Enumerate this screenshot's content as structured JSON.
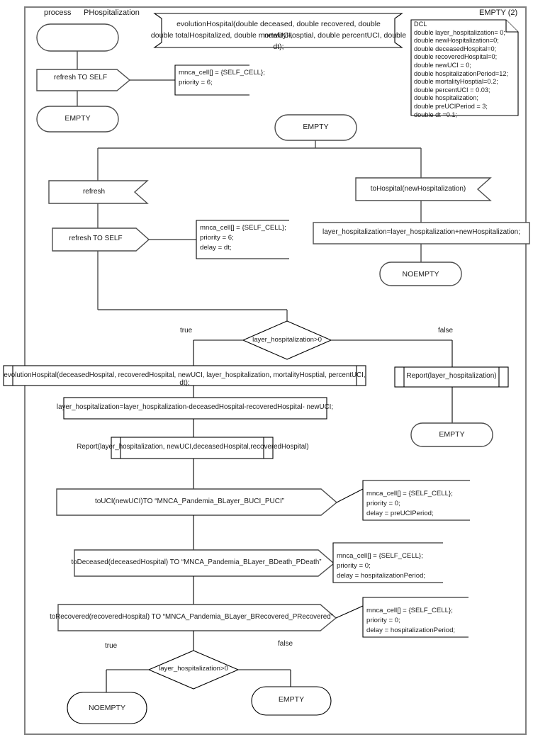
{
  "diagram": {
    "type": "SDL process flow diagram",
    "frame_label_left": "process",
    "frame_label_right": "PHospitalization",
    "top_right_state": "EMPTY (2)"
  },
  "procedure_decl": {
    "line1": "evolutionHospital(double deceased, double recovered, double newUCI,",
    "line2": "double totalHospitalized, double mortalityHosptial, double percentUCI, double dt);"
  },
  "dcl": {
    "title": "DCL",
    "lines": [
      "double layer_hospitalization= 0;",
      "double newHospitalization=0;",
      "double deceasedHospital=0;",
      "double recoveredHospital=0;",
      "double newUCI = 0;",
      "double hospitalizationPeriod=12;",
      "double mortalityHosptial=0.2;",
      "double percentUCI = 0.03;",
      "double hospitalization;",
      "double preUCIPeriod = 3;",
      "double dt =0.1;"
    ]
  },
  "branch_init": {
    "start_state": "",
    "output_refresh_self": "refresh TO SELF",
    "comment_lines": [
      "mnca_cell[] = {SELF_CELL};",
      "priority = 6;"
    ],
    "next_state": "EMPTY"
  },
  "branch_main": {
    "state": "EMPTY",
    "input_refresh": "refresh",
    "output_refresh_self": "refresh TO SELF",
    "comment_lines": [
      "mnca_cell[] = {SELF_CELL};",
      "priority = 6;",
      "delay = dt;"
    ]
  },
  "branch_hospital": {
    "input": "toHospital(newHospitalization)",
    "task": "layer_hospitalization=layer_hospitalization+newHospitalization;",
    "state": "NOEMPTY"
  },
  "decision_top": {
    "condition": "layer_hospitalization>0",
    "true_label": "true",
    "false_label": "false"
  },
  "true_path": {
    "call_evolution": "evolutionHospital(deceasedHospital, recoveredHospital, newUCI, layer_hospitalization, mortalityHosptial, percentUCI, dt);",
    "task_subtract": "layer_hospitalization=layer_hospitalization-deceasedHospital-recoveredHospital- newUCI;",
    "call_report": "Report(layer_hospitalization, newUCI,deceasedHospital,recoveredHospital)",
    "out_uci": "toUCI(newUCI)TO “MNCA_Pandemia_BLayer_BUCI_PUCI”",
    "out_uci_comment": [
      "mnca_cell[] = {SELF_CELL};",
      "priority = 0;",
      "delay = preUCIPeriod;"
    ],
    "out_deceased": "toDeceased(deceasedHospital) TO “MNCA_Pandemia_BLayer_BDeath_PDeath”",
    "out_deceased_comment": [
      "mnca_cell[] = {SELF_CELL};",
      "priority = 0;",
      "delay = hospitalizationPeriod;"
    ],
    "out_recovered": "toRecovered(recoveredHospital) TO “MNCA_Pandemia_BLayer_BRecovered_PRecovered”",
    "out_recovered_comment": [
      "mnca_cell[] = {SELF_CELL};",
      "priority = 0;",
      "delay = hospitalizationPeriod;"
    ]
  },
  "false_path": {
    "call_report": "Report(layer_hospitalization)",
    "state": "EMPTY"
  },
  "decision_bottom": {
    "condition": "layer_hospitalization>0",
    "true_label": "true",
    "false_label": "false",
    "true_state": "NOEMPTY",
    "false_state": "EMPTY"
  },
  "colors": {
    "line": "#000000",
    "line_gray": "#4d4d4d",
    "text": "#1a1a1a",
    "background": "#ffffff"
  }
}
